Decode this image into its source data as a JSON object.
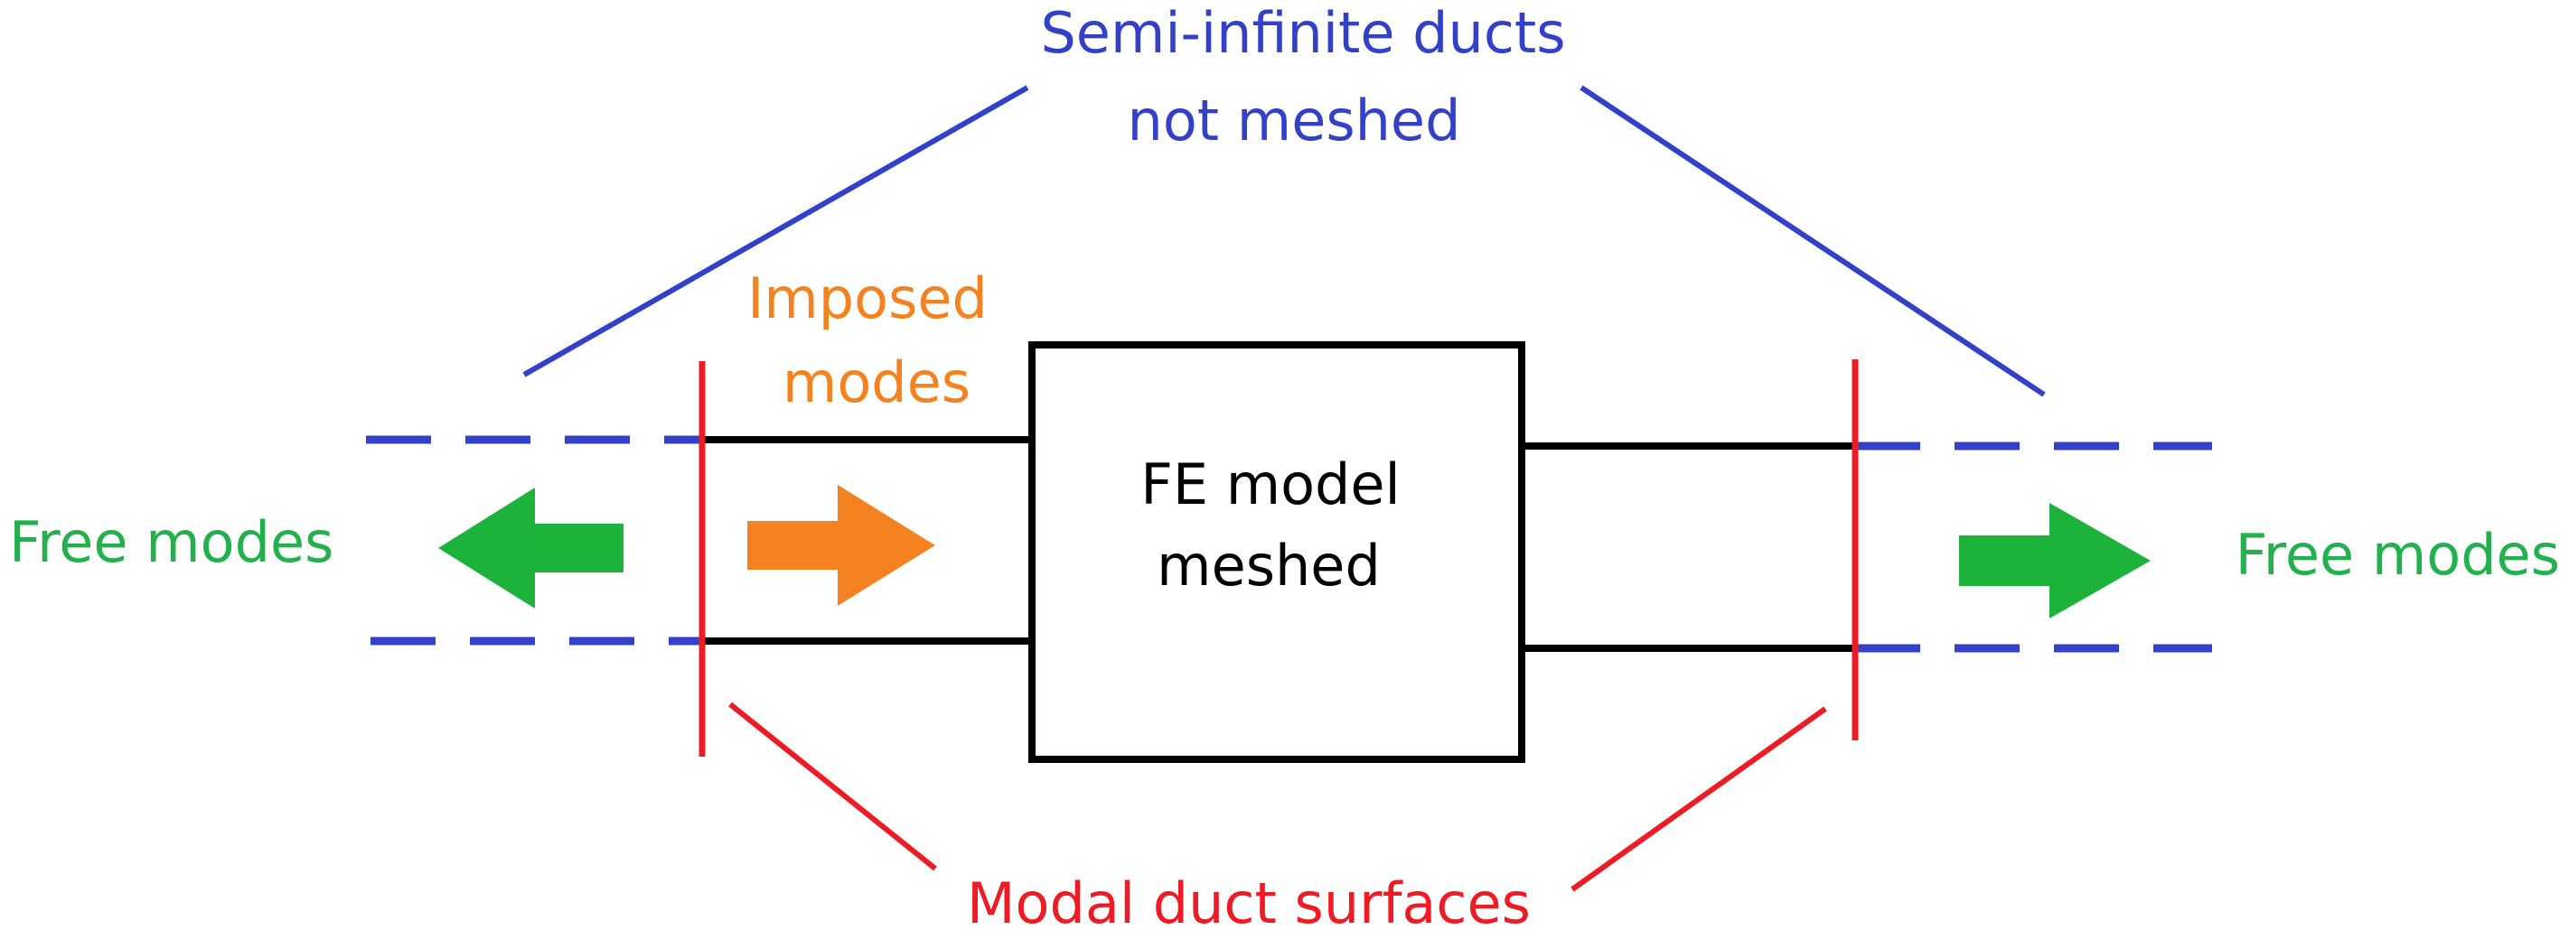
{
  "colors": {
    "blue": "#3340C8",
    "red": "#ED1C24",
    "black": "#000000",
    "green": "#1DB33A",
    "green_text": "#22B14C",
    "orange": "#F58220"
  },
  "labels": {
    "semi_infinite_line1": "Semi-infinite ducts",
    "semi_infinite_line2": "not meshed",
    "imposed_line1": "Imposed",
    "imposed_line2": "modes",
    "fe_line1": "FE model",
    "fe_line2": "meshed",
    "free_modes_left": "Free modes",
    "free_modes_right": "Free modes",
    "modal_surfaces": "Modal duct surfaces"
  }
}
